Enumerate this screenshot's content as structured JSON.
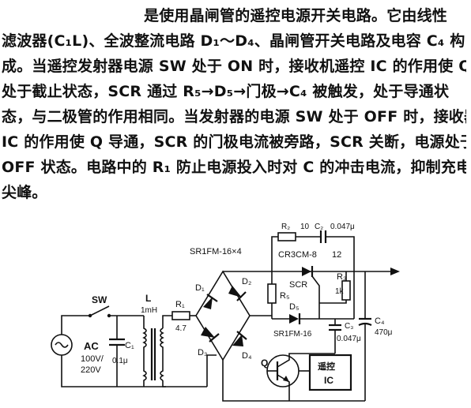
{
  "text": {
    "lines": [
      "是使用晶闸管的遥控电源开关电路。它由线性",
      "滤波器(C₁L)、全波整流电路 D₁～D₄、晶闸管开关电路及电容 C₄ 构",
      "成。当遥控发射器电源 SW 处于 ON 时，接收机遥控 IC 的作用使 Q",
      "处于截止状态，SCR 通过 R₅→D₅→门极→C₄ 被触发，处于导通状",
      "态，与二极管的作用相同。当发射器的电源 SW 处于 OFF 时，接收器",
      "IC 的作用使 Q 导通，SCR 的门极电流被旁路，SCR 关断，电源处于",
      "OFF 状态。电路中的 R₁ 防止电源投入时对 C 的冲击电流，抑制充电",
      "尖峰。"
    ]
  },
  "circuit": {
    "sw": "SW",
    "ac": "AC",
    "ac_rating1": "100V/",
    "ac_rating2": "220V",
    "c1": "C₁",
    "c1_value": "0.1μ",
    "l": "L",
    "l_value": "1mH",
    "r1": "R₁",
    "r1_value": "4.7",
    "bridge_part": "SR1FM-16×4",
    "d1": "D₁",
    "d2": "D₂",
    "d3": "D₃",
    "d4": "D₄",
    "r2": "R₂",
    "r2_value": "10",
    "c2": "C₂",
    "c2_value": "0.047μ",
    "scr_part": "CR3CM-8",
    "scr_part_suffix": "12",
    "scr": "SCR",
    "r3": "R₃",
    "r3_value": "1k",
    "r5": "R₅",
    "d5": "D₅",
    "d5_part": "SR1FM-16",
    "c3": "C₃",
    "c3_value": "0.047μ",
    "c4": "C₄",
    "c4_value": "470μ",
    "q": "Q",
    "ic_line1": "遥控",
    "ic_line2": "IC"
  }
}
